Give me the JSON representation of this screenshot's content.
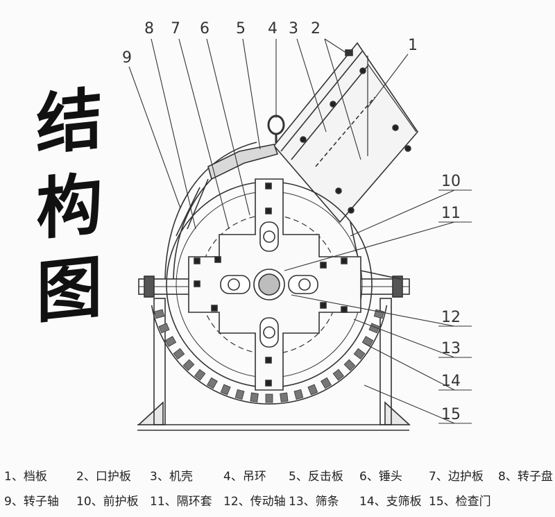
{
  "title": [
    "结",
    "构",
    "图"
  ],
  "callouts": [
    "1",
    "2",
    "3",
    "4",
    "5",
    "6",
    "7",
    "8",
    "9",
    "10",
    "11",
    "12",
    "13",
    "14",
    "15"
  ],
  "legend": [
    {
      "number": "1、",
      "name": "档板"
    },
    {
      "number": "2、",
      "name": "口护板"
    },
    {
      "number": "3、",
      "name": "机壳"
    },
    {
      "number": "4、",
      "name": "吊环"
    },
    {
      "number": "5、",
      "name": "反击板"
    },
    {
      "number": "6、",
      "name": "锤头"
    },
    {
      "number": "7、",
      "name": "边护板"
    },
    {
      "number": "8、",
      "name": "转子盘"
    },
    {
      "number": "9、",
      "name": "转子轴"
    },
    {
      "number": "10、",
      "name": "前护板"
    },
    {
      "number": "11、",
      "name": "隔环套"
    },
    {
      "number": "12、",
      "name": "传动轴"
    },
    {
      "number": "13、",
      "name": "筛条"
    },
    {
      "number": "14、",
      "name": "支筛板"
    },
    {
      "number": "15、",
      "name": "检查门"
    }
  ]
}
